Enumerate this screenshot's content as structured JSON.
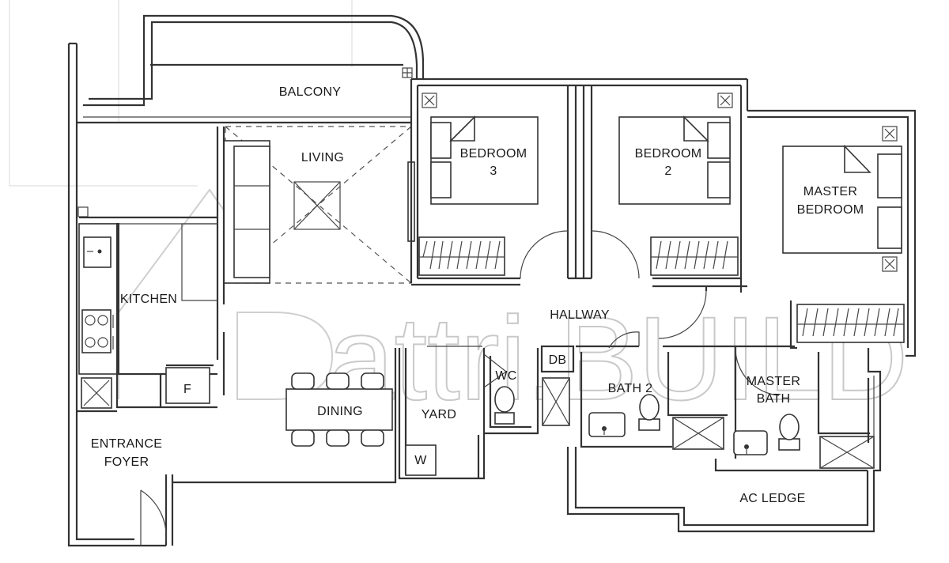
{
  "rooms": {
    "balcony": "BALCONY",
    "living": "LIVING",
    "bedroom3_line1": "BEDROOM",
    "bedroom3_line2": "3",
    "bedroom2_line1": "BEDROOM",
    "bedroom2_line2": "2",
    "master_bedroom_line1": "MASTER",
    "master_bedroom_line2": "BEDROOM",
    "kitchen": "KITCHEN",
    "hallway": "HALLWAY",
    "dining": "DINING",
    "yard": "YARD",
    "wc": "WC",
    "db": "DB",
    "bath2": "BATH 2",
    "master_bath_line1": "MASTER",
    "master_bath_line2": "BATH",
    "entrance_foyer_line1": "ENTRANCE",
    "entrance_foyer_line2": "FOYER",
    "ac_ledge": "AC LEDGE"
  },
  "fixtures": {
    "fridge": "F",
    "washer": "W"
  },
  "watermark": {
    "text": "attri.BUILD",
    "color": "#c9c9c9"
  },
  "colors": {
    "wall": "#333333",
    "background": "#ffffff"
  }
}
